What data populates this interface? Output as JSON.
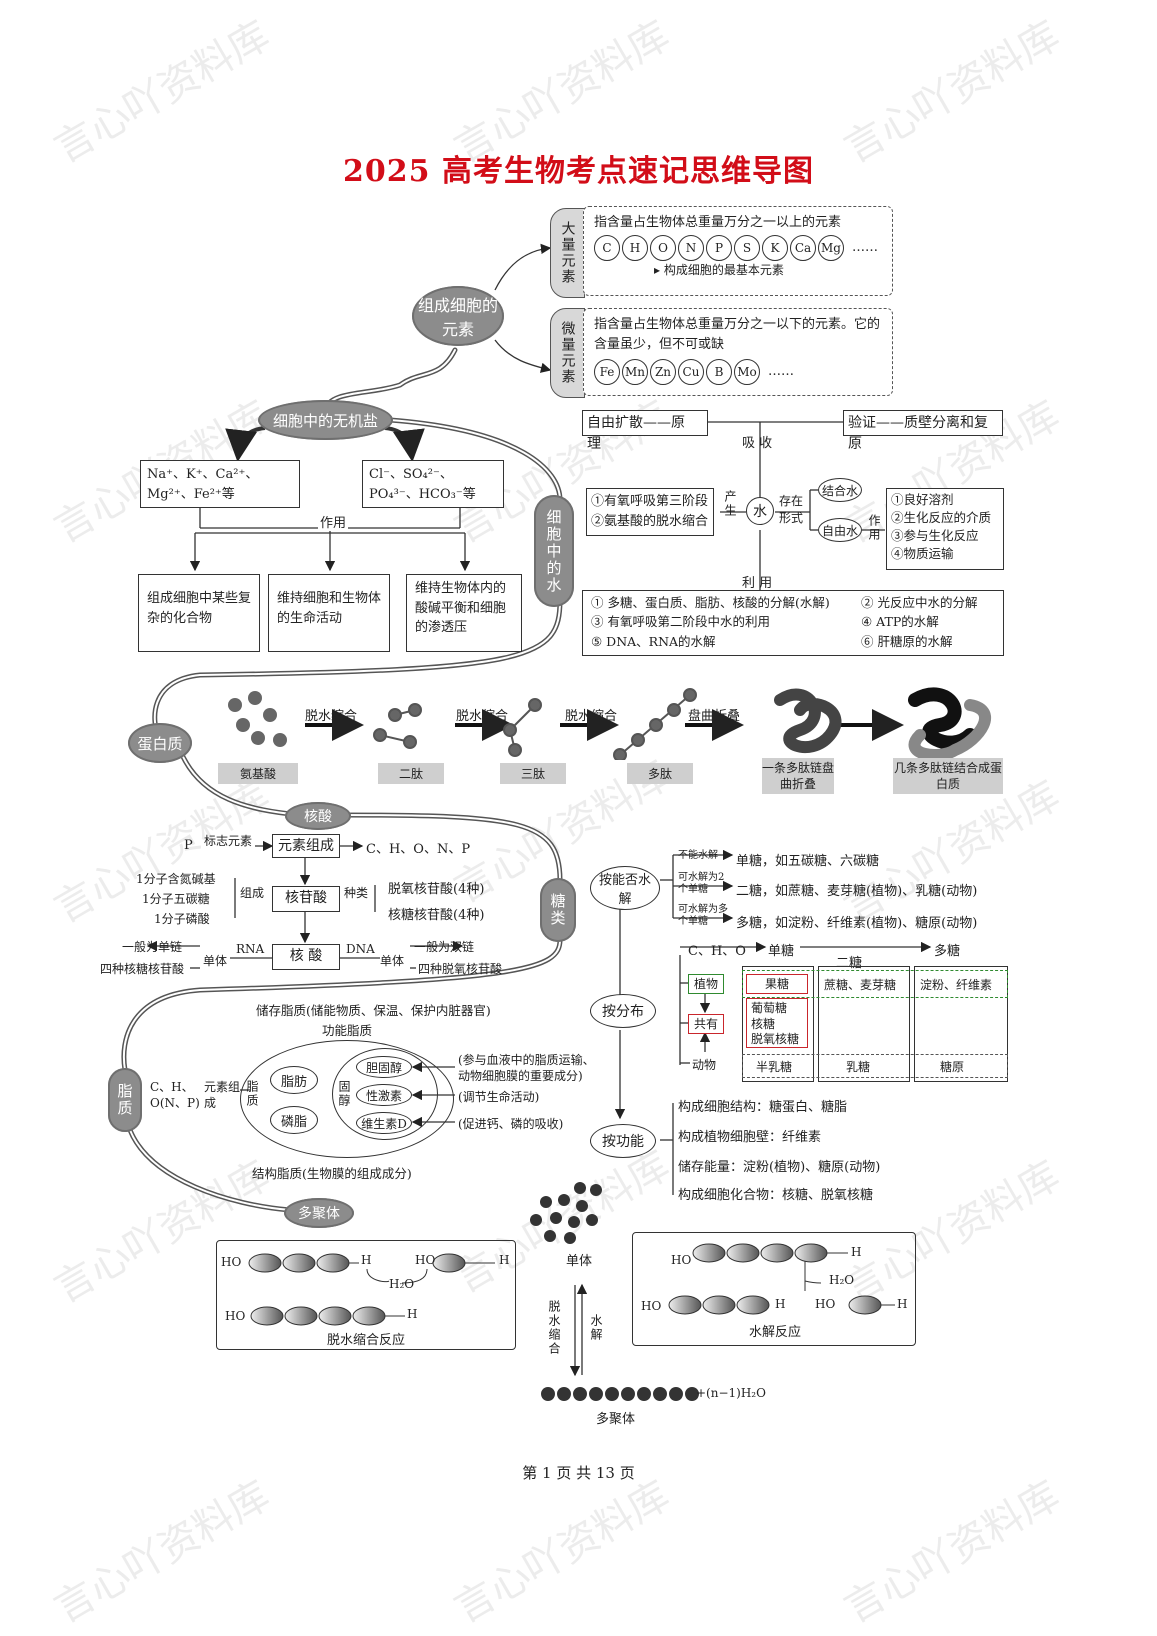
{
  "title": "2025 高考生物考点速记思维导图",
  "watermark": "言心吖资料库",
  "footer": "第 1 页 共 13 页",
  "elements": {
    "hub": "组成细胞的元素",
    "macro_label": "大量元素",
    "macro_desc": "指含量占生物体总重量万分之一以上的元素",
    "macro_items": [
      "C",
      "H",
      "O",
      "N",
      "P",
      "S",
      "K",
      "Ca",
      "Mg"
    ],
    "macro_more": "……",
    "macro_note": "构成细胞的最基本元素",
    "micro_label": "微量元素",
    "micro_desc": "指含量占生物体总重量万分之一以下的元素。它的含量虽少，但不可或缺",
    "micro_items": [
      "Fe",
      "Mn",
      "Zn",
      "Cu",
      "B",
      "Mo"
    ],
    "micro_more": "……"
  },
  "salt": {
    "hub": "细胞中的无机盐",
    "cations": "Na⁺、K⁺、Ca²⁺、Mg²⁺、Fe²⁺等",
    "anions": "Cl⁻、SO₄²⁻、PO₄³⁻、HCO₃⁻等",
    "role_label": "作用",
    "roles": [
      "组成细胞中某些复杂的化合物",
      "维持细胞和生物体的生命活动",
      "维持生物体内的酸碱平衡和细胞的渗透压"
    ]
  },
  "water": {
    "hub": "细胞中的水",
    "center": "水",
    "diffusion": "自由扩散——原 理",
    "verify": "验证——质壁分离和复原",
    "absorb": "吸 收",
    "produce_label": "产生",
    "produce": [
      "①有氧呼吸第三阶段",
      "②氨基酸的脱水缩合"
    ],
    "exist_label": "存在形式",
    "bound": "结合水",
    "free": "自由水",
    "role_label": "作用",
    "free_roles": [
      "①良好溶剂",
      "②生化反应的介质",
      "③参与生化反应",
      "④物质运输"
    ],
    "use_label": "利 用",
    "uses": [
      "① 多糖、蛋白质、脂肪、核酸的分解(水解)",
      "② 光反应中水的分解",
      "③ 有氧呼吸第二阶段中水的利用",
      "④ ATP的水解",
      "⑤ DNA、RNA的水解",
      "⑥ 肝糖原的水解"
    ]
  },
  "protein": {
    "hub": "蛋白质",
    "steps": [
      "脱水缩合",
      "脱水缩合",
      "脱水缩合",
      "盘曲折叠"
    ],
    "stages": [
      "氨基酸",
      "二肽",
      "三肽",
      "多肽",
      "一条多肽链盘曲折叠",
      "几条多肽链结合成蛋白质"
    ]
  },
  "nucleic": {
    "hub": "核酸",
    "p_label": "P",
    "mark": "标志元素",
    "elements_box": "元素组成",
    "elements": "C、H、O、N、P",
    "parts": [
      "1分子含氮碱基",
      "1分子五碳糖",
      "1分子磷酸"
    ],
    "compose": "组成",
    "nucleotide": "核苷酸",
    "kinds_label": "种类",
    "kinds": [
      "脱氧核苷酸(4种)",
      "核糖核苷酸(4种)"
    ],
    "acid": "核 酸",
    "rna": "RNA",
    "dna": "DNA",
    "monomer": "单体",
    "rna_strand": "一般为单链",
    "rna_units": "四种核糖核苷酸",
    "dna_strand": "一般为双链",
    "dna_units": "四种脱氧核苷酸"
  },
  "sugar": {
    "hub": "糖类",
    "by_hydro": "按能否水解",
    "hydro_rows": [
      {
        "cond": "不能水解",
        "text": "单糖，如五碳糖、六碳糖"
      },
      {
        "cond": "可水解为2个单糖",
        "text": "二糖，如蔗糖、麦芽糖(植物)、乳糖(动物)"
      },
      {
        "cond": "可水解为多个单糖",
        "text": "多糖，如淀粉、纤维素(植物)、糖原(动物)"
      }
    ],
    "chain": [
      "C、H、O",
      "单糖",
      "二糖",
      "多糖"
    ],
    "by_dist": "按分布",
    "plant": "植物",
    "common": "共有",
    "animal": "动物",
    "plant_items": [
      "果糖",
      "蔗糖、麦芽糖",
      "淀粉、纤维素"
    ],
    "common_items": [
      "葡萄糖",
      "核糖",
      "脱氧核糖"
    ],
    "animal_items": [
      "半乳糖",
      "乳糖",
      "糖原"
    ],
    "by_func": "按功能",
    "func_rows": [
      "构成细胞结构：糖蛋白、糖脂",
      "构成植物细胞壁：纤维素",
      "储存能量：淀粉(植物)、糖原(动物)",
      "构成细胞化合物：核糖、脱氧核糖"
    ]
  },
  "lipid": {
    "hub": "脂质",
    "storage": "储存脂质(储能物质、保温、保护内脏器官)",
    "functional": "功能脂质",
    "elem": "C、H、O(N、P)",
    "elem_label": "元素组成",
    "lipid_word": "脂质",
    "fat": "脂肪",
    "phospho": "磷脂",
    "sterol": "固醇",
    "sterol_items": [
      "胆固醇",
      "性激素",
      "维生素D"
    ],
    "sterol_notes": [
      "(参与血液中的脂质运输、动物细胞膜的重要成分)",
      "(调节生命活动)",
      "(促进钙、磷的吸收)"
    ],
    "structural": "结构脂质(生物膜的组成成分)"
  },
  "polymer": {
    "hub": "多聚体",
    "monomer": "单体",
    "dehydration": "脱水缩合",
    "hydrolysis": "水解",
    "polymer": "多聚体",
    "equation_tail": "+(n−1)H₂O",
    "ho": "HO",
    "h": "H",
    "h2o": "H₂O",
    "left_caption": "脱水缩合反应",
    "right_caption": "水解反应"
  }
}
